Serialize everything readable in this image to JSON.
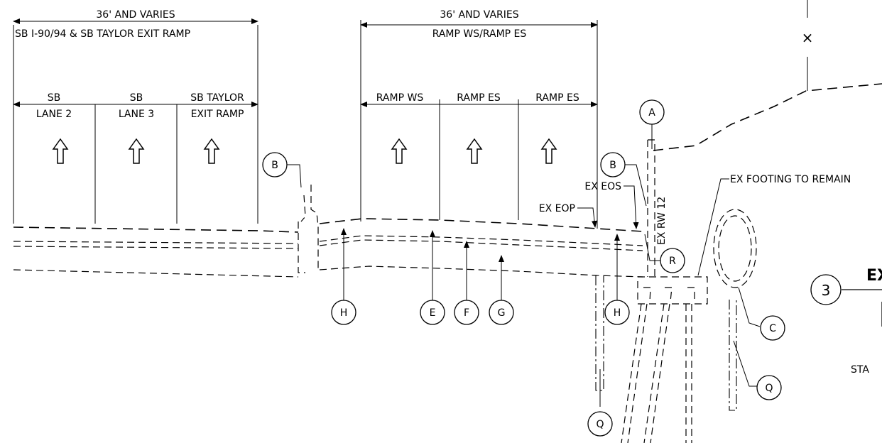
{
  "dimensions": {
    "left_span": "36' AND VARIES",
    "left_title": "SB I-90/94 & SB TAYLOR EXIT RAMP",
    "middle_span": "36' AND VARIES",
    "middle_title": "RAMP WS/RAMP ES"
  },
  "lanes": [
    {
      "top": "SB",
      "bottom": "LANE 2"
    },
    {
      "top": "SB",
      "bottom": "LANE 3"
    },
    {
      "top": "SB TAYLOR",
      "bottom": "EXIT RAMP"
    },
    {
      "top": "RAMP WS",
      "bottom": ""
    },
    {
      "top": "RAMP ES",
      "bottom": ""
    },
    {
      "top": "RAMP ES",
      "bottom": ""
    }
  ],
  "direction_arrow_icon": "up-arrow-icon",
  "callouts": [
    "A",
    "B",
    "B",
    "C",
    "E",
    "F",
    "G",
    "H",
    "H",
    "Q",
    "Q",
    "R"
  ],
  "notes": {
    "ex_eos": "EX EOS",
    "ex_eop": "EX EOP",
    "ex_rw": "EX RW 12",
    "ex_footing": "EX FOOTING TO REMAIN",
    "x_mark": "×",
    "section_number": "3",
    "section_label_partial": "EX",
    "sta_partial": "STA"
  }
}
